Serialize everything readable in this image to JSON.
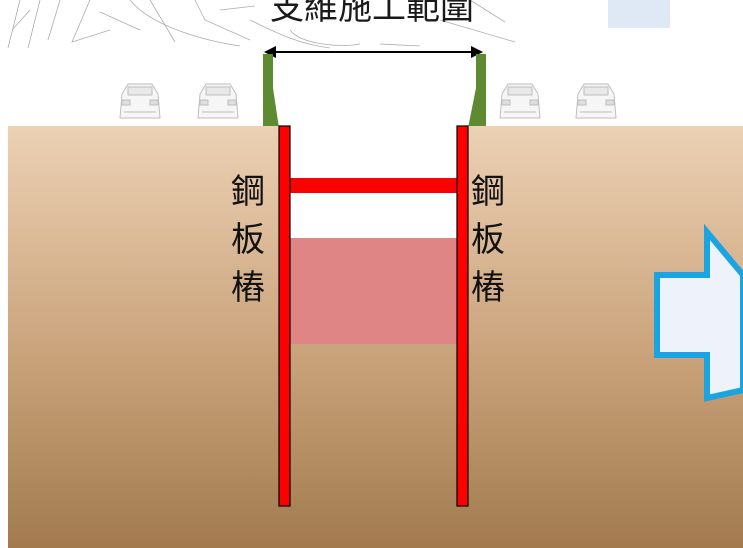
{
  "title": "支維施工範圍",
  "left_pile_label": "鋼\n板\n樁",
  "right_pile_label": "鋼\n板\n樁",
  "icons": [
    "car-icon",
    "arrow-right-icon",
    "dimension-arrow-icon"
  ],
  "colors": {
    "soil_top": "#ecd1b4",
    "soil_bottom": "#a27a4e",
    "pile": "#ff0000",
    "strut": "#ff0000",
    "excavation_fill": "#e08585",
    "retaining_wall_green": "#5e8a32",
    "arrow_fill": "#eef2fa",
    "arrow_stroke": "#1aa4e2"
  }
}
